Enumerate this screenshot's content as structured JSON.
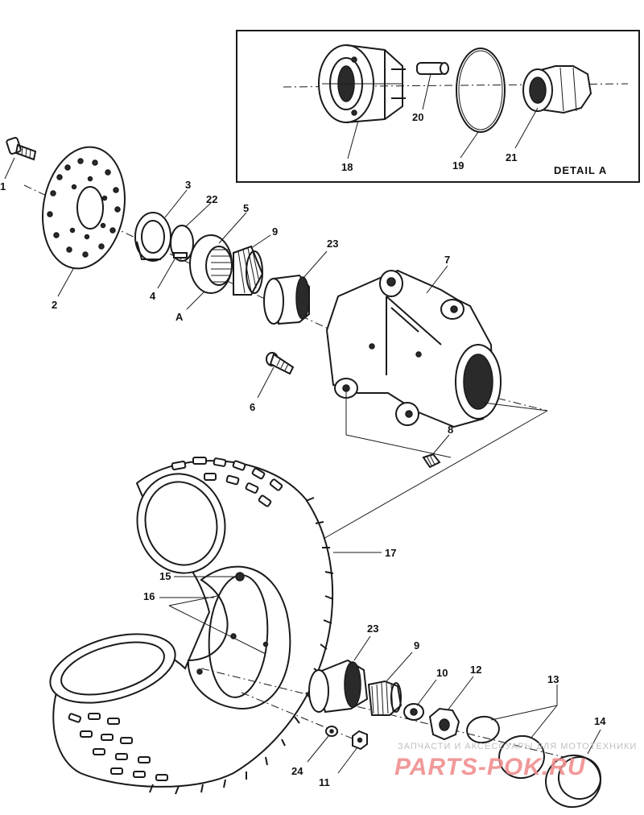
{
  "detail": {
    "label": "DETAIL A"
  },
  "callouts": {
    "c1": "1",
    "c2": "2",
    "c3": "3",
    "c4": "4",
    "c5": "5",
    "c6": "6",
    "c7": "7",
    "c8": "8",
    "c9a": "9",
    "c9b": "9",
    "c10": "10",
    "c11": "11",
    "c12": "12",
    "c13": "13",
    "c14": "14",
    "c15": "15",
    "c16": "16",
    "c17": "17",
    "c18": "18",
    "c19": "19",
    "c20": "20",
    "c21": "21",
    "c22": "22",
    "c23a": "23",
    "c23b": "23",
    "c24": "24",
    "cA": "A"
  },
  "watermark": {
    "line1": "ЗАПЧАСТИ И АКСЕССУАРЫ ДЛЯ МОТОТЕХНИКИ",
    "line2": "PARTS-POK.RU"
  },
  "colors": {
    "line": "#1a1a1a",
    "watermark_text": "#b9b9b9",
    "watermark_logo": "#f08f8f"
  }
}
